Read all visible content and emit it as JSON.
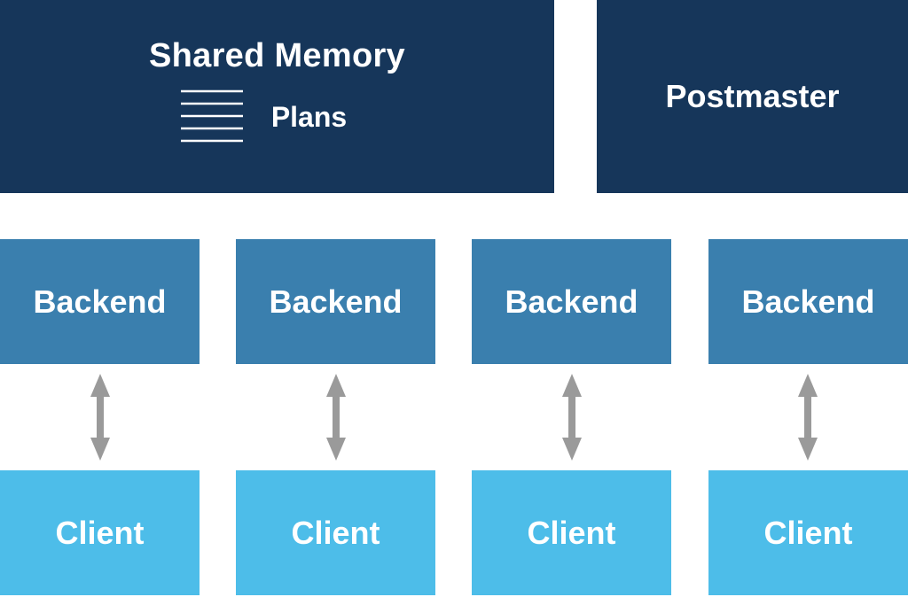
{
  "shared_memory": {
    "title": "Shared Memory",
    "plans_label": "Plans",
    "icon": "plans-lines-icon"
  },
  "postmaster": {
    "label": "Postmaster"
  },
  "backends": [
    {
      "label": "Backend"
    },
    {
      "label": "Backend"
    },
    {
      "label": "Backend"
    },
    {
      "label": "Backend"
    }
  ],
  "clients": [
    {
      "label": "Client"
    },
    {
      "label": "Client"
    },
    {
      "label": "Client"
    },
    {
      "label": "Client"
    }
  ],
  "connectors": [
    {
      "icon": "double-arrow-vertical-icon"
    },
    {
      "icon": "double-arrow-vertical-icon"
    },
    {
      "icon": "double-arrow-vertical-icon"
    },
    {
      "icon": "double-arrow-vertical-icon"
    }
  ],
  "colors": {
    "dark_navy": "#16365a",
    "backend_blue": "#3a7fae",
    "client_blue": "#4dbde9",
    "arrow_gray": "#9a9a9a",
    "text": "#ffffff"
  }
}
